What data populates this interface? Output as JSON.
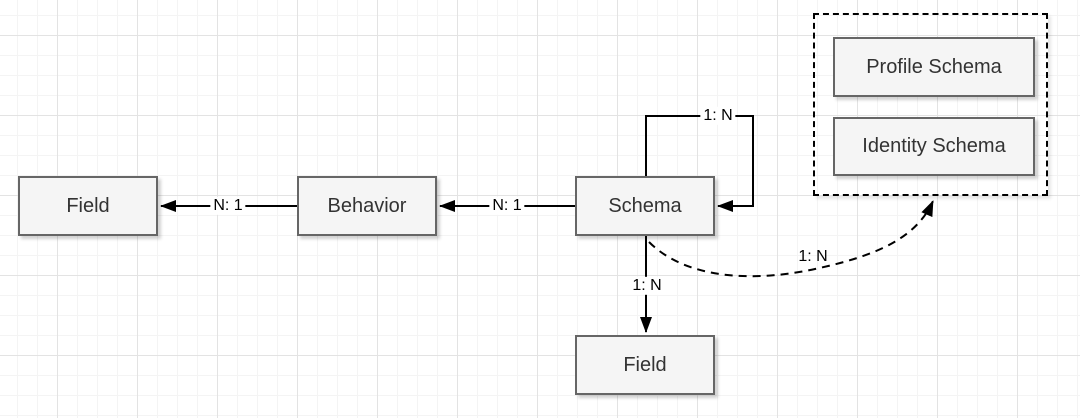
{
  "nodes": {
    "field_left": {
      "label": "Field"
    },
    "behavior": {
      "label": "Behavior"
    },
    "schema": {
      "label": "Schema"
    },
    "field_bottom": {
      "label": "Field"
    },
    "profile_schema": {
      "label": "Profile Schema"
    },
    "identity_schema": {
      "label": "Identity Schema"
    }
  },
  "edge_labels": {
    "behavior_to_field": "N: 1",
    "schema_to_behavior": "N: 1",
    "schema_self_loop": "1: N",
    "schema_to_field": "1: N",
    "schema_to_group": "1: N"
  },
  "colors": {
    "node_fill": "#f5f5f5",
    "node_border": "#666666",
    "edge": "#000000",
    "grid_minor": "#f4f4f4",
    "grid_major": "#e3e3e3",
    "node_text": "#333333"
  }
}
